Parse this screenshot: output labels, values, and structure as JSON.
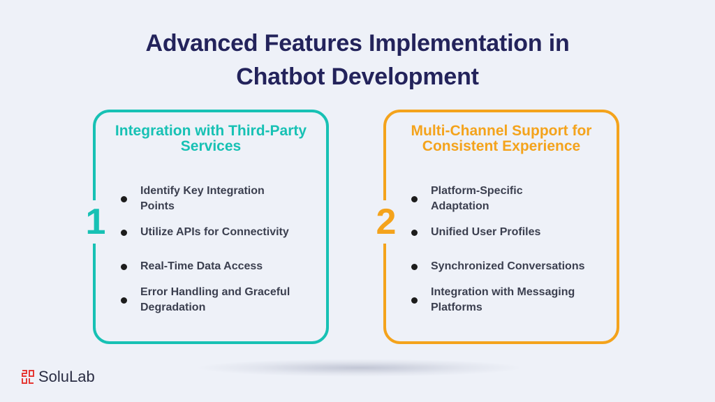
{
  "title_line1": "Advanced Features Implementation in",
  "title_line2": "Chatbot Development",
  "cards": [
    {
      "number": "1",
      "title_line1": "Integration with Third-Party",
      "title_line2": "Services",
      "color": "#17c1b4",
      "items": [
        {
          "line1": "Identify Key Integration",
          "line2": "Points"
        },
        {
          "line1": "Utilize APIs for Connectivity",
          "line2": ""
        },
        {
          "line1": "Real-Time Data Access",
          "line2": ""
        },
        {
          "line1": "Error Handling and Graceful",
          "line2": "Degradation"
        }
      ]
    },
    {
      "number": "2",
      "title_line1": "Multi-Channel Support for",
      "title_line2": "Consistent Experience",
      "color": "#f4a31c",
      "items": [
        {
          "line1": "Platform-Specific",
          "line2": "Adaptation"
        },
        {
          "line1": "Unified User Profiles",
          "line2": ""
        },
        {
          "line1": "Synchronized Conversations",
          "line2": ""
        },
        {
          "line1": "Integration with Messaging",
          "line2": "Platforms"
        }
      ]
    }
  ],
  "logo": {
    "text": "SoluLab",
    "brand_color": "#e53935",
    "icon": "solulab-logo-icon"
  },
  "colors": {
    "background": "#eef1f8",
    "title": "#23235b",
    "bullet_text": "#3b3f4f"
  }
}
